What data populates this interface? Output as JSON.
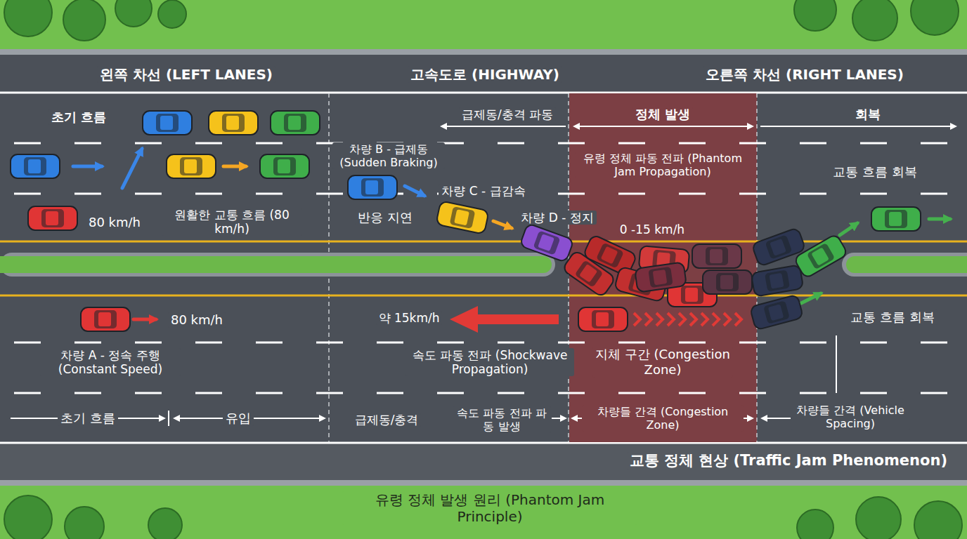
{
  "diagram": {
    "caption": "유령 정체 발생 원리 (Phantom Jam Principle)",
    "nodes": [
      {
        "text": [
          "정체 발생",
          "유령 정체 파동 전파 (Phantom Jam Propagation)",
          "0 -15 km/h",
          "지체 구간 (Congestion Zone)",
          "차량들 간격 (Congestion Zone)"
        ]
      }
    ],
    "labels": [
      "왼쪽 차선 (LEFT LANES)",
      "고속도로 (HIGHWAY)",
      "오른쪽 차선 (RIGHT LANES)",
      "초기 흐름",
      "급제동/충격 파동",
      "회복",
      "차량 B - 급제동 (Sudden Braking)",
      "교통 흐름 회복",
      "80 km/h",
      "원활한 교통 흐름 (80 km/h)",
      "반응 지연",
      "차량 C - 급감속",
      "차량 D - 정지",
      "80 km/h",
      "차량 A - 정속 주행 (Constant Speed)",
      "약 15km/h",
      "속도 파동 전파 (Shockwave Propagation)",
      "교통 흐름 회복",
      "초기 흐름",
      "유입",
      "급제동/충격",
      "속도 파동 전파 파동 발생",
      "차량들 간격 (Vehicle Spacing)",
      "교통 정체 현상 (Traffic Jam Phenomenon)"
    ]
  }
}
